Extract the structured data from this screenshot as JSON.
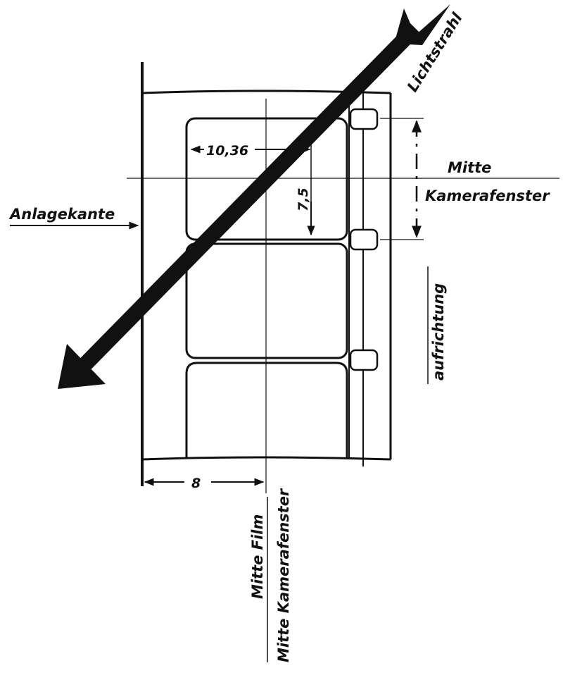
{
  "diagram": {
    "labels": {
      "light_beam": "Lichtstrahl",
      "window_center_line1": "Mitte",
      "window_center_line2": "Kamerafenster",
      "reference_edge": "Anlagekante",
      "run_direction": "aufrichtung",
      "film_center": "Mitte Film",
      "camera_window_center": "Mitte Kamerafenster"
    },
    "dimensions": {
      "frame_width": "10,36",
      "frame_height": "7,5",
      "edge_to_center": "8"
    },
    "colors": {
      "ink": "#111111",
      "paper": "#ffffff"
    }
  }
}
